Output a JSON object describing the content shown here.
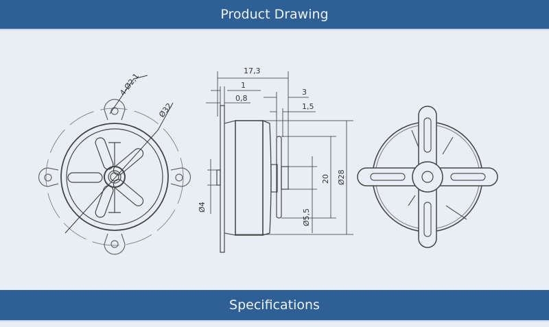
{
  "header": {
    "title": "Product Drawing"
  },
  "footer": {
    "title": "Specifications"
  },
  "dimensions": {
    "front_hole": "4-Ø2,1",
    "front_dia": "Ø32",
    "length": "17,3",
    "plate_1": "1",
    "plate_08": "0,8",
    "adapter_3": "3",
    "adapter_15": "1,5",
    "shaft_4": "Ø4",
    "hub_55": "Ø5,5",
    "prop_20": "20",
    "body_28": "Ø28"
  }
}
